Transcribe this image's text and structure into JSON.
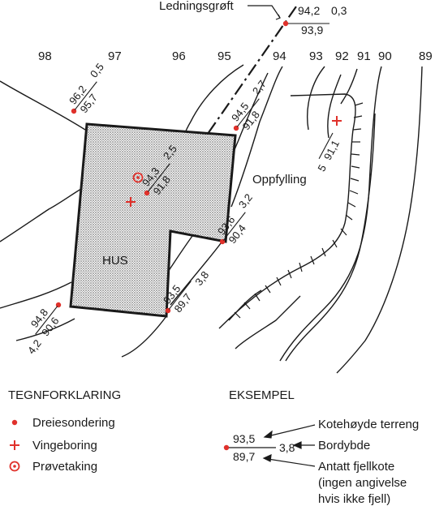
{
  "title_label": "Ledningsgrøft",
  "trench_reading": {
    "top": "94,2",
    "depth": "0,3",
    "bottom": "93,9"
  },
  "contour_labels": [
    "98",
    "97",
    "96",
    "95",
    "94",
    "93",
    "92",
    "91",
    "90",
    "89"
  ],
  "borings": [
    {
      "top": "96,2",
      "depth": "0,5",
      "bottom": "95,7"
    },
    {
      "top": "94,5",
      "depth": "2,7",
      "bottom": "91,8"
    },
    {
      "top": "94,3",
      "depth": "2,5",
      "bottom": "91,8"
    },
    {
      "top": "93,6",
      "depth": "3,2",
      "bottom": "90,4"
    },
    {
      "top": "93,5",
      "depth": "3,8",
      "bottom": "89,7"
    },
    {
      "top": "94,8",
      "depth": "4,2",
      "bottom": "90,6"
    },
    {
      "top": "5",
      "depth": "91,1"
    }
  ],
  "house_label": "HUS",
  "fill_label": "Oppfylling",
  "legend": {
    "heading": "TEGNFORKLARING",
    "items": [
      "Dreiesondering",
      "Vingeboring",
      "Prøvetaking"
    ]
  },
  "example": {
    "heading": "EKSEMPEL",
    "top": "93,5",
    "depth": "3,8",
    "bottom": "89,7",
    "label_top": "Kotehøyde terreng",
    "label_depth": "Bordybde",
    "label_bottom_lines": [
      "Antatt fjellkote",
      "(ingen angivelse",
      "hvis ikke fjell)"
    ]
  },
  "colors": {
    "marker": "#e0312b",
    "ink": "#1a1a1a"
  }
}
